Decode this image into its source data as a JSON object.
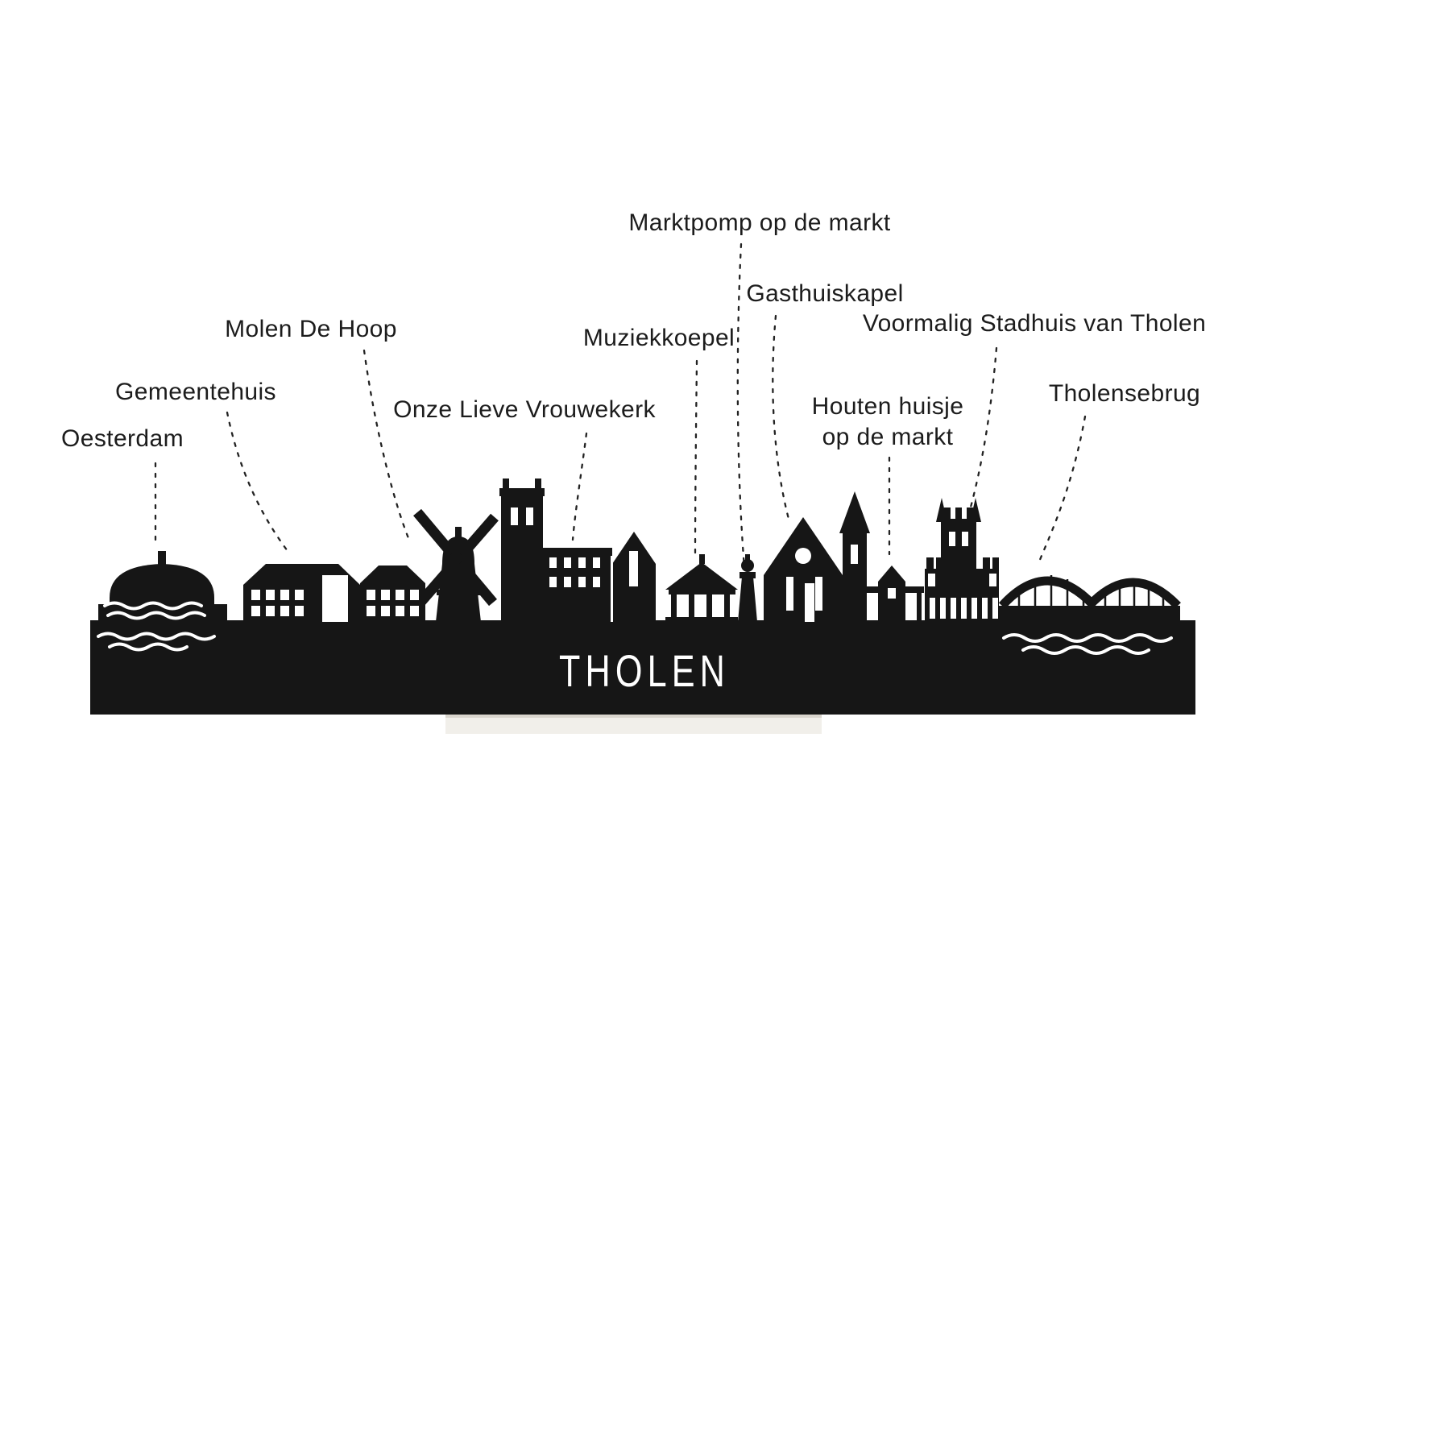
{
  "artwork": {
    "city_name": "THOLEN"
  },
  "labels": {
    "oesterdam": "Oesterdam",
    "gemeentehuis": "Gemeentehuis",
    "molen_de_hoop": "Molen De Hoop",
    "onze_lieve_vrouwekerk": "Onze Lieve Vrouwekerk",
    "muziekkoepel": "Muziekkoepel",
    "marktpomp": "Marktpomp op de markt",
    "gasthuiskapel": "Gasthuiskapel",
    "houten_huisje_line1": "Houten huisje",
    "houten_huisje_line2": "op de markt",
    "voormalig_stadhuis": "Voormalig Stadhuis van Tholen",
    "tholensebrug": "Tholensebrug"
  },
  "colors": {
    "background": "#ffffff",
    "silhouette": "#161616",
    "label_text": "#1c1c1c",
    "leader_line": "#222222",
    "base_stand": "#f1efea",
    "base_stand_edge": "#d9d5cd"
  }
}
